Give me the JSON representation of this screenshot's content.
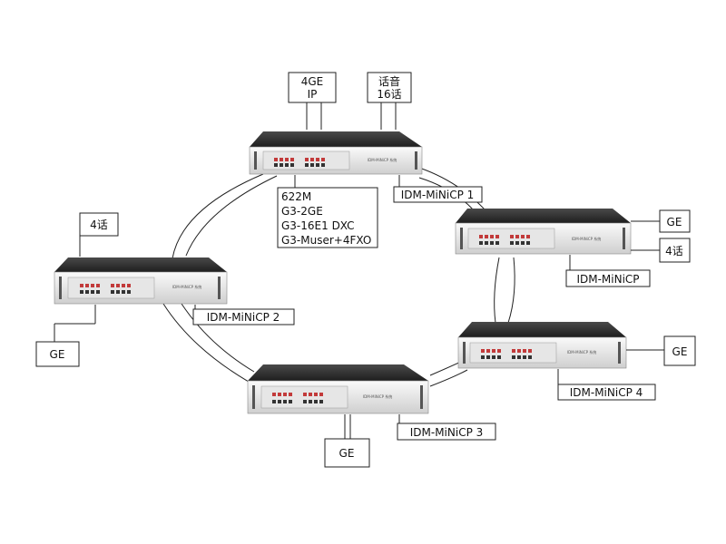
{
  "devices": [
    {
      "id": "top",
      "label": "IDM-MiNiCP 1",
      "panel_text": "IDM-MiNiCP 系统",
      "interfaces": [
        {
          "lines": [
            "4GE",
            "IP"
          ]
        },
        {
          "lines": [
            "话音",
            "16话"
          ]
        }
      ],
      "cards": [
        "622M",
        "G3-2GE",
        "G3-16E1 DXC",
        "G3-Muser+4FXO"
      ]
    },
    {
      "id": "right",
      "label": "IDM-MiNiCP",
      "panel_text": "IDM-MiNiCP 系统",
      "interfaces": [
        {
          "lines": [
            "GE"
          ]
        },
        {
          "lines": [
            "4话"
          ]
        }
      ]
    },
    {
      "id": "left",
      "label": "IDM-MiNiCP 2",
      "panel_text": "IDM-MiNiCP 系统",
      "interfaces": [
        {
          "lines": [
            "4话"
          ]
        },
        {
          "lines": [
            "GE"
          ]
        }
      ]
    },
    {
      "id": "bottom-right",
      "label": "IDM-MiNiCP 4",
      "panel_text": "IDM-MiNiCP 系统",
      "interfaces": [
        {
          "lines": [
            "GE"
          ]
        }
      ]
    },
    {
      "id": "bottom",
      "label": "IDM-MiNiCP 3",
      "panel_text": "IDM-MiNiCP 系统",
      "interfaces": [
        {
          "lines": [
            "GE"
          ]
        }
      ]
    }
  ]
}
